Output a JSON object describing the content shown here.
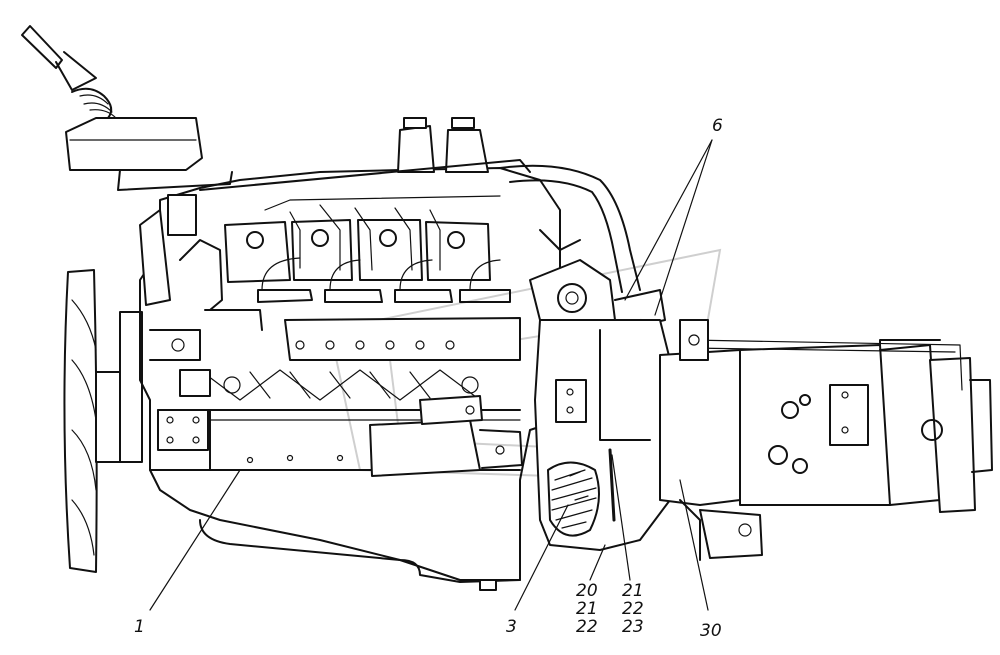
{
  "callouts": {
    "c1": "1",
    "c3": "3",
    "c6": "6",
    "c30": "30",
    "stack_a": [
      "20",
      "21",
      "22"
    ],
    "stack_b": [
      "21",
      "22",
      "23"
    ]
  }
}
